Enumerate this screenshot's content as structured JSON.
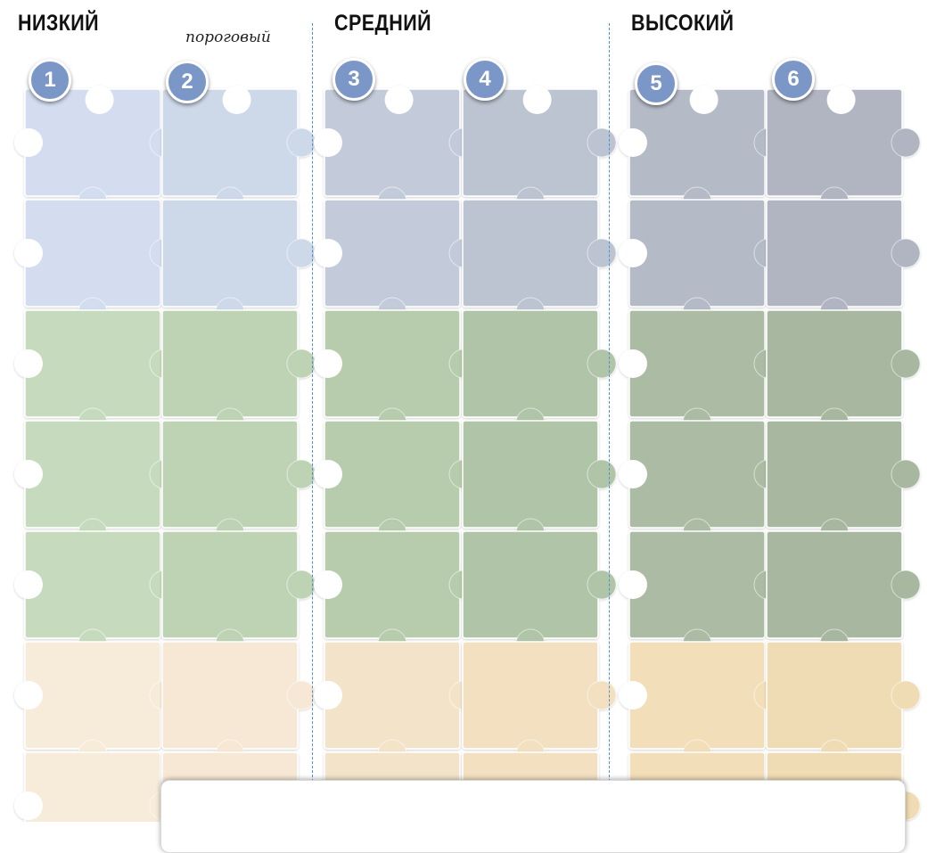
{
  "headers": {
    "low": "НИЗКИЙ",
    "medium": "СРЕДНИЙ",
    "high": "ВЫСОКИЙ"
  },
  "threshold_note": "пороговый",
  "badges": [
    "1",
    "2",
    "3",
    "4",
    "5",
    "6"
  ],
  "colors": {
    "divider": "#4f8fcf",
    "badge": "#7b97c7",
    "blue_band": [
      "#d3ddef",
      "#cdd8e8",
      "#c3cbda",
      "#bcc4d2",
      "#b5bac7",
      "#b0b5c1"
    ],
    "green_band": [
      "#c6dbbd",
      "#bed2b4",
      "#b7cbad",
      "#b0c4a8",
      "#acbca4",
      "#a8b7a0"
    ],
    "cream_band": [
      "#f7ecd9",
      "#f6e8d4",
      "#f3e4c9",
      "#f2e0c0",
      "#f2deb8",
      "#f0dcb4"
    ]
  }
}
